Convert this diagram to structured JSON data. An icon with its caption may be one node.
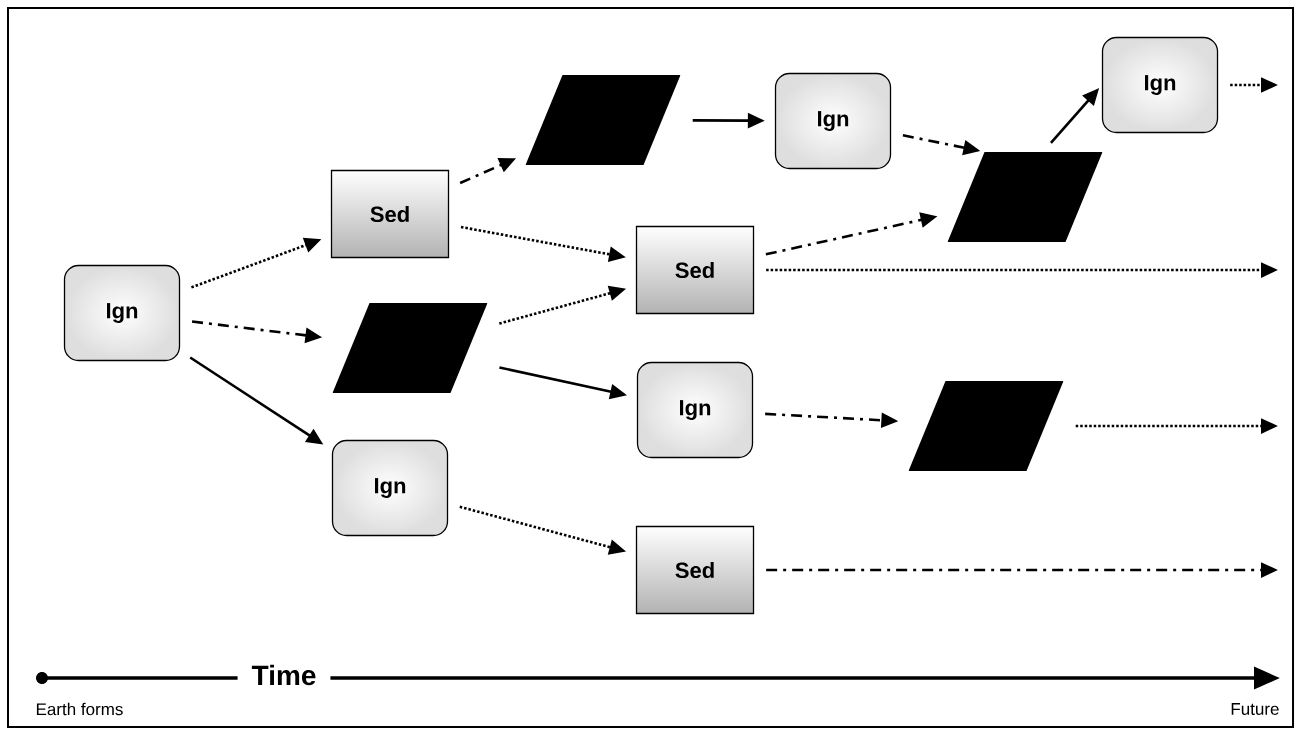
{
  "diagram": {
    "nodes": [
      {
        "text": [
          "Ign"
        ]
      },
      {
        "text": [
          "Sed"
        ]
      },
      {
        "text": [],
        "shape": "parallelogram"
      },
      {
        "text": [
          "Ign"
        ]
      },
      {
        "text": [],
        "shape": "parallelogram"
      },
      {
        "text": [
          "Ign"
        ]
      },
      {
        "text": [
          "Sed"
        ]
      },
      {
        "text": [
          "Ign"
        ]
      },
      {
        "text": [
          "Sed"
        ]
      },
      {
        "text": [],
        "shape": "parallelogram"
      },
      {
        "text": [
          "Ign"
        ]
      },
      {
        "text": [],
        "shape": "parallelogram"
      }
    ],
    "edges": [
      {
        "from": 0,
        "to": 1,
        "arrow": "to",
        "style": "dashed"
      },
      {
        "from": 0,
        "to": 2,
        "arrow": "to",
        "style": "dashed"
      },
      {
        "from": 0,
        "to": 3,
        "arrow": "to"
      },
      {
        "from": 1,
        "to": 4,
        "arrow": "to",
        "style": "dashed"
      },
      {
        "from": 1,
        "to": 6,
        "arrow": "to",
        "style": "dashed"
      },
      {
        "from": 2,
        "to": 6,
        "arrow": "to",
        "style": "dashed"
      },
      {
        "from": 2,
        "to": 7,
        "arrow": "to"
      },
      {
        "from": 3,
        "to": 8,
        "arrow": "to",
        "style": "dashed"
      },
      {
        "from": 4,
        "to": 5,
        "arrow": "to"
      },
      {
        "from": 5,
        "to": 9,
        "arrow": "to",
        "style": "dashed"
      },
      {
        "from": 6,
        "to": 9,
        "arrow": "to",
        "style": "dashed"
      },
      {
        "from": 6,
        "to": null,
        "arrow": "to",
        "style": "dashed"
      },
      {
        "from": 7,
        "to": 11,
        "arrow": "to",
        "style": "dashed"
      },
      {
        "from": 11,
        "to": null,
        "arrow": "to",
        "style": "dashed"
      },
      {
        "from": 8,
        "to": null,
        "arrow": "to",
        "style": "dashed"
      },
      {
        "from": 9,
        "to": 10,
        "arrow": "to"
      },
      {
        "from": 10,
        "to": null,
        "arrow": "to",
        "style": "dashed"
      }
    ],
    "labels": [
      "Time",
      "Earth forms",
      "Future"
    ]
  }
}
